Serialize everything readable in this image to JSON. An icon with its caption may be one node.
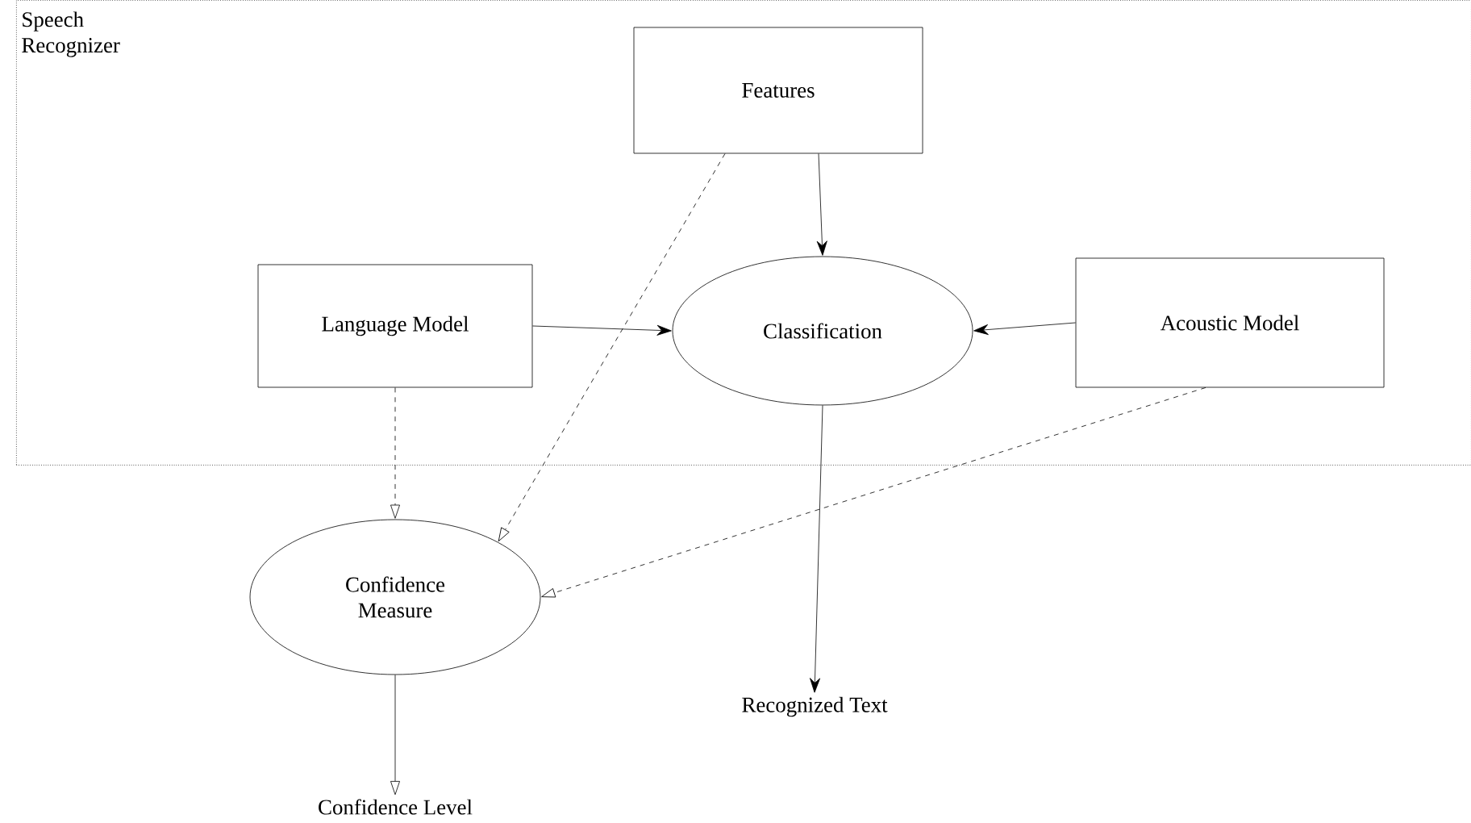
{
  "diagram": {
    "nodes": [
      {
        "text": [
          "Speech Recognizer"
        ]
      },
      {
        "text": [
          "Features"
        ],
        "in": 0
      },
      {
        "text": [
          "Language Model"
        ],
        "in": 0
      },
      {
        "text": [
          "Classification"
        ],
        "in": 0
      },
      {
        "text": [
          "Acoustic Model"
        ],
        "in": 0
      },
      {
        "text": [
          "Confidence Measure"
        ]
      },
      {
        "text": [
          "Recognized Text"
        ]
      },
      {
        "text": [
          "Confidence Level"
        ]
      }
    ],
    "edges": [
      {
        "from": 1,
        "to": 3,
        "arrow": "to"
      },
      {
        "from": 2,
        "to": 3,
        "arrow": "to"
      },
      {
        "from": 4,
        "to": 3,
        "arrow": "to"
      },
      {
        "from": 1,
        "to": 5,
        "arrow": "to",
        "style": "dashed"
      },
      {
        "from": 2,
        "to": 5,
        "arrow": "to",
        "style": "dashed"
      },
      {
        "from": 4,
        "to": 5,
        "arrow": "to",
        "style": "dashed"
      },
      {
        "from": 3,
        "to": 6,
        "arrow": "to"
      },
      {
        "from": 5,
        "to": 7,
        "arrow": "to"
      }
    ]
  }
}
